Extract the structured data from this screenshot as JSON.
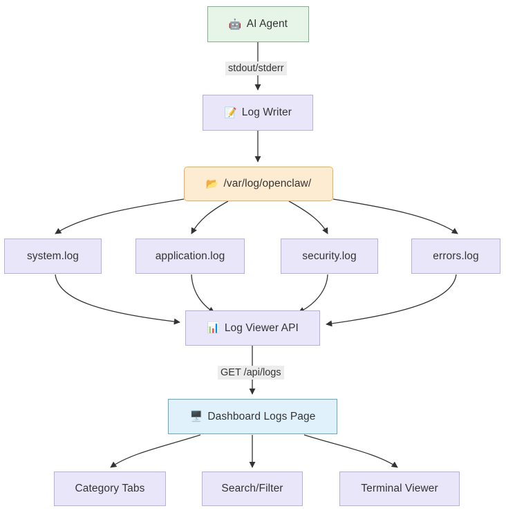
{
  "diagram": {
    "title": "OpenClaw logging pipeline flowchart",
    "type": "flowchart",
    "direction": "top-down",
    "background": "#ffffff",
    "palette": {
      "purple_fill": "#eae6f9",
      "purple_stroke": "#b9aee0",
      "green_fill": "#e7f5e9",
      "green_stroke": "#82b288",
      "orange_fill": "#fdecd2",
      "orange_stroke": "#f2ad4e",
      "blue_fill": "#e0f1fb",
      "blue_stroke": "#5da9d4",
      "edge_stroke": "#333333",
      "edge_label_bg": "#ececec",
      "text": "#333333"
    },
    "nodes": [
      {
        "id": "agent",
        "label": "AI Agent",
        "icon": "robot-emoji",
        "glyph": "🤖"
      },
      {
        "id": "writer",
        "label": "Log Writer",
        "icon": "memo-emoji",
        "glyph": "📝"
      },
      {
        "id": "logdir",
        "label": "/var/log/openclaw/",
        "icon": "folder-emoji",
        "glyph": "📂"
      },
      {
        "id": "systemlog",
        "label": "system.log",
        "icon": "",
        "glyph": ""
      },
      {
        "id": "applog",
        "label": "application.log",
        "icon": "",
        "glyph": ""
      },
      {
        "id": "seclog",
        "label": "security.log",
        "icon": "",
        "glyph": ""
      },
      {
        "id": "errlog",
        "label": "errors.log",
        "icon": "",
        "glyph": ""
      },
      {
        "id": "api",
        "label": "Log Viewer API",
        "icon": "bar-chart-emoji",
        "glyph": "📊"
      },
      {
        "id": "dashboard",
        "label": "Dashboard Logs Page",
        "icon": "desktop-emoji",
        "glyph": "🖥️"
      },
      {
        "id": "tabs",
        "label": "Category Tabs",
        "icon": "",
        "glyph": ""
      },
      {
        "id": "search",
        "label": "Search/Filter",
        "icon": "",
        "glyph": ""
      },
      {
        "id": "terminal",
        "label": "Terminal Viewer",
        "icon": "",
        "glyph": ""
      }
    ],
    "edge_labels": [
      {
        "id": "stdout",
        "text": "stdout/stderr"
      },
      {
        "id": "getlogs",
        "text": "GET /api/logs"
      }
    ],
    "edges": [
      {
        "from": "agent",
        "to": "writer",
        "label": "stdout/stderr"
      },
      {
        "from": "writer",
        "to": "logdir",
        "label": ""
      },
      {
        "from": "logdir",
        "to": "systemlog",
        "label": ""
      },
      {
        "from": "logdir",
        "to": "applog",
        "label": ""
      },
      {
        "from": "logdir",
        "to": "seclog",
        "label": ""
      },
      {
        "from": "logdir",
        "to": "errlog",
        "label": ""
      },
      {
        "from": "systemlog",
        "to": "api",
        "label": ""
      },
      {
        "from": "applog",
        "to": "api",
        "label": ""
      },
      {
        "from": "seclog",
        "to": "api",
        "label": ""
      },
      {
        "from": "errlog",
        "to": "api",
        "label": ""
      },
      {
        "from": "api",
        "to": "dashboard",
        "label": "GET /api/logs"
      },
      {
        "from": "dashboard",
        "to": "tabs",
        "label": ""
      },
      {
        "from": "dashboard",
        "to": "search",
        "label": ""
      },
      {
        "from": "dashboard",
        "to": "terminal",
        "label": ""
      }
    ]
  }
}
